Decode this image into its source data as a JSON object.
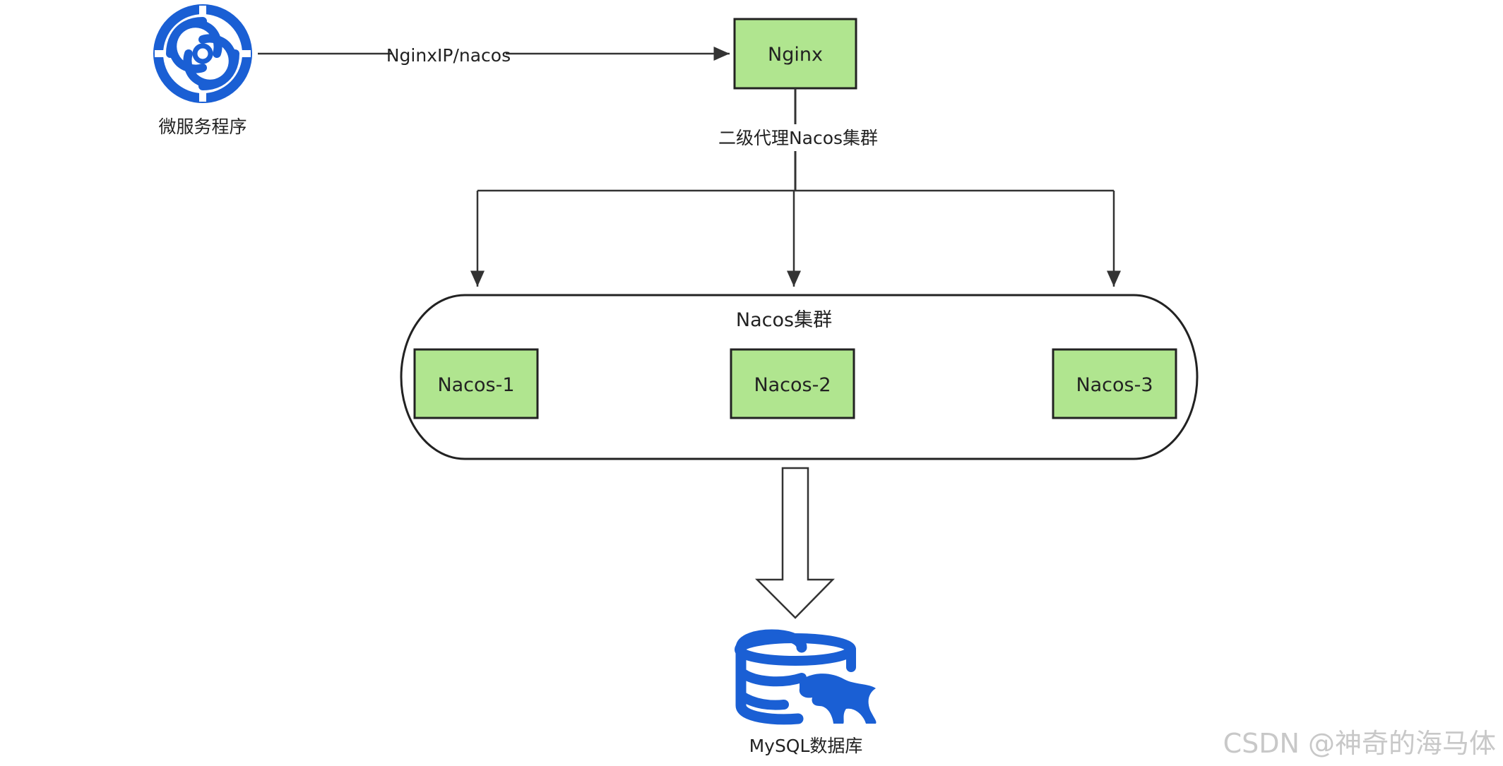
{
  "diagram": {
    "client": {
      "label": "微服务程序",
      "icon": "microservice-swirl-icon"
    },
    "edge_client_nginx": {
      "label": "NginxIP/nacos"
    },
    "nginx": {
      "label": "Nginx"
    },
    "edge_nginx_cluster": {
      "label": "二级代理Nacos集群"
    },
    "cluster": {
      "title": "Nacos集群",
      "nodes": [
        {
          "label": "Nacos-1"
        },
        {
          "label": "Nacos-2"
        },
        {
          "label": "Nacos-3"
        }
      ]
    },
    "database": {
      "label": "MySQL数据库",
      "icon": "mysql-database-icon"
    },
    "watermark": "CSDN @神奇的海马体"
  },
  "colors": {
    "node_fill": "#b0e58f",
    "node_stroke": "#222222",
    "edge": "#333333",
    "icon_blue": "#1a5fd4",
    "watermark": "#c8c8c8"
  }
}
